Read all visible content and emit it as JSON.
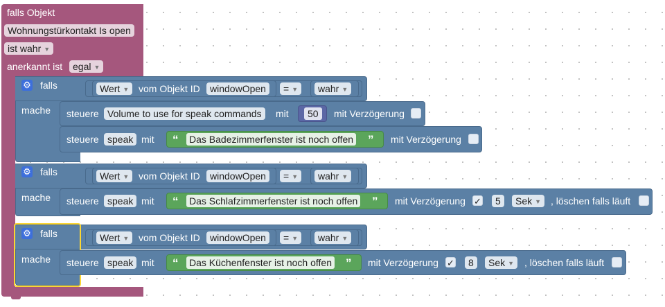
{
  "trigger": {
    "title": "falls Objekt",
    "object": "Wohnungstürkontakt Is open",
    "condition": "ist wahr",
    "ack_label": "anerkannt ist",
    "ack_value": "egal"
  },
  "ifblocks": [
    {
      "falls": "falls",
      "mache": "mache",
      "cond": {
        "value_dd": "Wert",
        "from_label": "vom Objekt ID",
        "object_id": "windowOpen",
        "op": "=",
        "rhs": "wahr"
      },
      "actions": [
        {
          "steuere": "steuere",
          "target": "Volume to use for speak commands",
          "mit": "mit",
          "number": "50",
          "delay_label": "mit Verzögerung",
          "checked": false
        },
        {
          "steuere": "steuere",
          "target": "speak",
          "mit": "mit",
          "text": "Das Badezimmerfenster ist noch offen",
          "delay_label": "mit Verzögerung",
          "checked": false
        }
      ]
    },
    {
      "falls": "falls",
      "mache": "mache",
      "cond": {
        "value_dd": "Wert",
        "from_label": "vom Objekt ID",
        "object_id": "windowOpen",
        "op": "=",
        "rhs": "wahr"
      },
      "actions": [
        {
          "steuere": "steuere",
          "target": "speak",
          "mit": "mit",
          "text": "Das Schlafzimmerfenster ist noch offen",
          "delay_label": "mit Verzögerung",
          "checked": true,
          "check_mark": "✓",
          "delay_value": "5",
          "unit": "Sek",
          "clear_label": ", löschen falls läuft",
          "clear_checked": false
        }
      ]
    },
    {
      "falls": "falls",
      "mache": "mache",
      "cond": {
        "value_dd": "Wert",
        "from_label": "vom Objekt ID",
        "object_id": "windowOpen",
        "op": "=",
        "rhs": "wahr"
      },
      "actions": [
        {
          "steuere": "steuere",
          "target": "speak",
          "mit": "mit",
          "text": "Das Küchenfenster ist noch offen",
          "delay_label": "mit Verzögerung",
          "checked": true,
          "check_mark": "✓",
          "delay_value": "8",
          "unit": "Sek",
          "clear_label": ", löschen falls läuft",
          "clear_checked": false
        }
      ]
    }
  ],
  "glyphs": {
    "open_quote": "“",
    "close_quote": "”",
    "arrow": "▼",
    "gear": "⚙"
  },
  "colors": {
    "trigger": "#a5577d",
    "logic": "#5b80a5",
    "text": "#5ba55b",
    "number": "#5b67a5",
    "selection": "#fbd633"
  }
}
